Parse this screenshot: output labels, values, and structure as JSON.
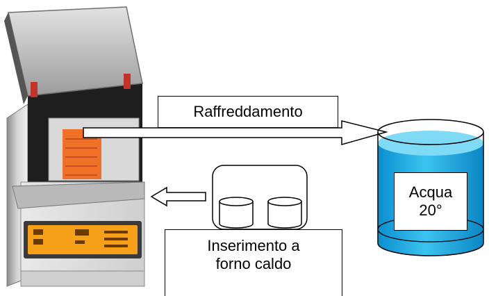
{
  "labels": {
    "cooling": "Raffreddamento",
    "water": "Acqua\n20°",
    "insertion": "Inserimento a\nforno caldo"
  },
  "colors": {
    "water_light": "#6fd3f3",
    "water_mid": "#1aaee6",
    "water_dark": "#0a8fcf",
    "panel_orange": "#f6a01a",
    "chamber_orange": "#f07028",
    "furnace_steel": "#c8c8c8",
    "furnace_dark": "#2a2a2a"
  },
  "icons": {
    "furnace": "muffle-furnace-icon",
    "water_tank": "water-cylinder-icon",
    "crucibles": "crucible-pair-icon"
  }
}
